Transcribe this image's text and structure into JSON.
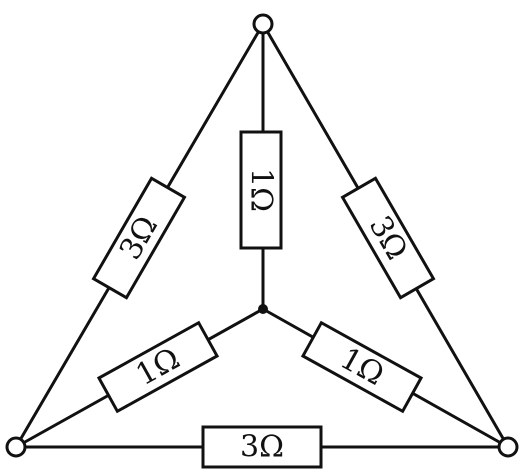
{
  "diagram": {
    "type": "resistor network",
    "resistors": {
      "top_center": "1Ω",
      "left_side": "3Ω",
      "right_side": "3Ω",
      "lower_left": "1Ω",
      "lower_right": "1Ω",
      "bottom": "3Ω"
    }
  }
}
